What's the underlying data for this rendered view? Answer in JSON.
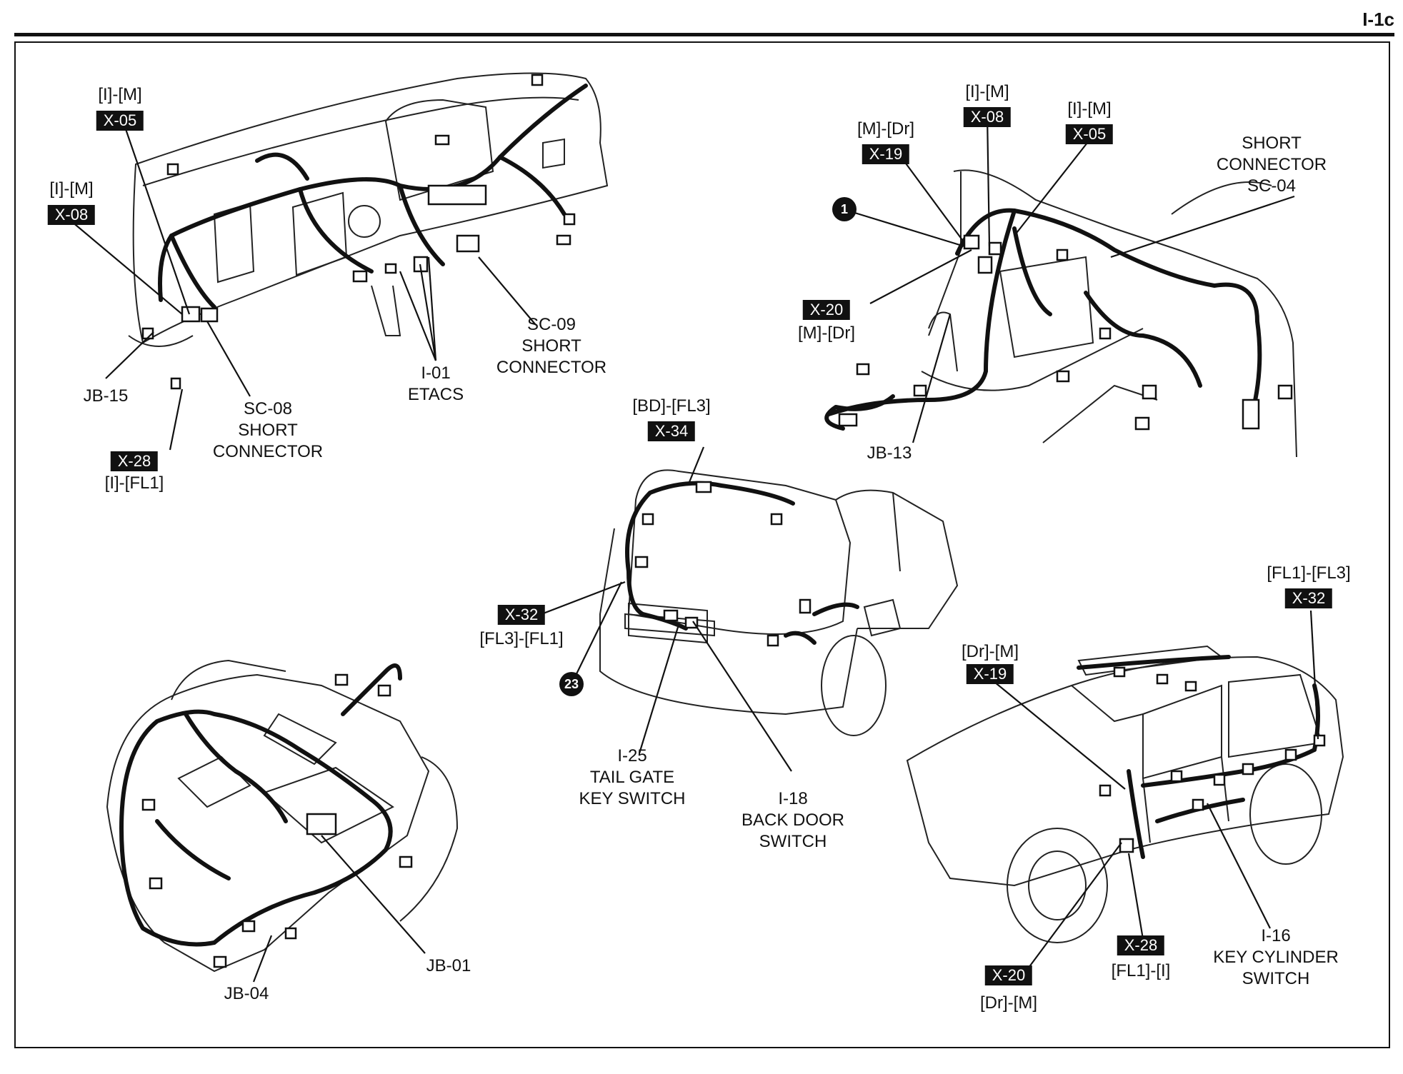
{
  "page_number": "I-1c",
  "labels": {
    "ip_im_top": "[I]-[M]",
    "x05_left": "X-05",
    "ip_im_left": "[I]-[M]",
    "x08_left": "X-08",
    "jb15": "JB-15",
    "sc08": "SC-08\nSHORT\nCONNECTOR",
    "x28_left": "X-28",
    "i_fl1": "[I]-[FL1]",
    "i01": "I-01\nETACS",
    "sc09": "SC-09\nSHORT\nCONNECTOR",
    "m_dr_top": "[M]-[Dr]",
    "x19_top": "X-19",
    "im_x08": "[I]-[M]",
    "x08_right": "X-08",
    "im_x05": "[I]-[M]",
    "x05_right": "X-05",
    "sc04": "SHORT\nCONNECTOR\nSC-04",
    "x20_top": "X-20",
    "m_dr_bottom": "[M]-[Dr]",
    "jb13": "JB-13",
    "bd_fl3": "[BD]-[FL3]",
    "x34": "X-34",
    "x32_mid": "X-32",
    "fl3_fl1": "[FL3]-[FL1]",
    "i25": "I-25\nTAIL GATE\nKEY SWITCH",
    "i18": "I-18\nBACK DOOR\nSWITCH",
    "fl1_fl3": "[FL1]-[FL3]",
    "x32_right": "X-32",
    "dr_m_top": "[Dr]-[M]",
    "x19_bottom": "X-19",
    "x28_right": "X-28",
    "fl1_i": "[FL1]-[I]",
    "x20_bottom": "X-20",
    "dr_m_bottom": "[Dr]-[M]",
    "i16": "I-16\nKEY CYLINDER\nSWITCH",
    "jb01": "JB-01",
    "jb04": "JB-04",
    "marker1": "1",
    "marker23": "23"
  }
}
